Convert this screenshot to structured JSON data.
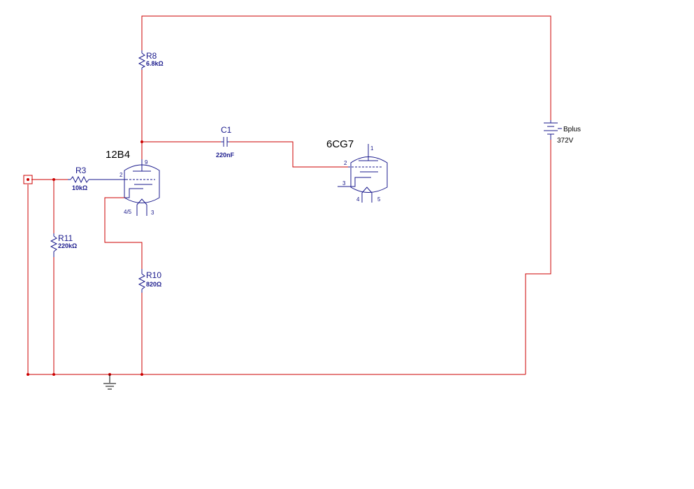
{
  "components": {
    "r8": {
      "ref": "R8",
      "value": "6.8kΩ"
    },
    "r3": {
      "ref": "R3",
      "value": "10kΩ"
    },
    "r11": {
      "ref": "R11",
      "value": "220kΩ"
    },
    "r10": {
      "ref": "R10",
      "value": "820Ω"
    },
    "c1": {
      "ref": "C1",
      "value": "220nF"
    },
    "battery": {
      "ref": "Bplus",
      "value": "372V"
    }
  },
  "tubes": {
    "v1": {
      "name": "12B4",
      "pins": {
        "plate": "9",
        "grid": "2",
        "heater": "4/5",
        "cathode": "3"
      }
    },
    "v2": {
      "name": "6CG7",
      "pins": {
        "plate": "1",
        "grid": "2",
        "cathode": "3",
        "heater_a": "4",
        "heater_b": "5"
      }
    }
  },
  "colors": {
    "wire": "#cc0000",
    "component": "#1a1a8c",
    "label": "#000000"
  }
}
